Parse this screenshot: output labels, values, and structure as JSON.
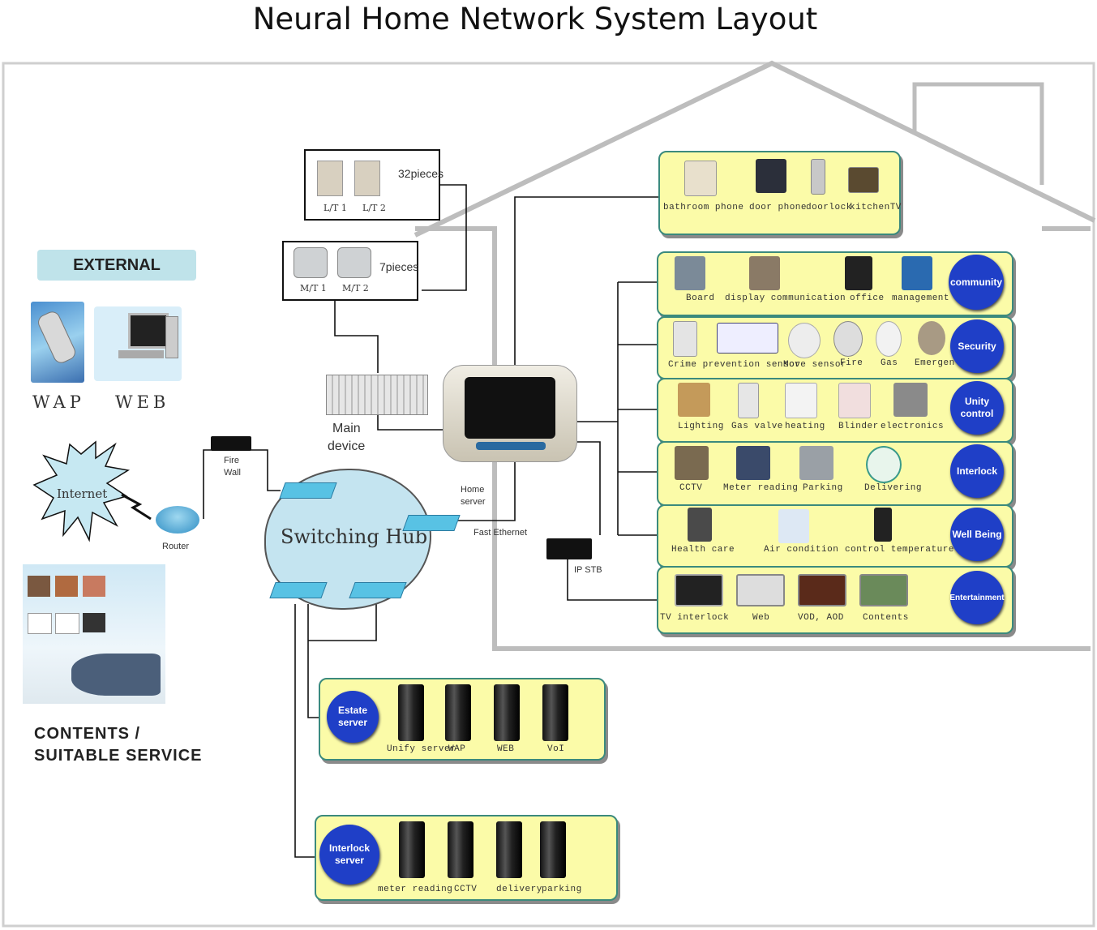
{
  "title": "Neural Home Network System Layout",
  "external": {
    "badge": "EXTERNAL",
    "wap": "WAP",
    "web": "WEB",
    "internet": "Internet",
    "router": "Router",
    "firewall": [
      "Fire",
      "Wall"
    ],
    "contents": [
      "CONTENTS /",
      "SUITABLE SERVICE"
    ]
  },
  "terminals": {
    "lt": {
      "items": [
        "L/T 1",
        "L/T 2"
      ],
      "count": "32pieces"
    },
    "mt": {
      "items": [
        "M/T 1",
        "M/T 2"
      ],
      "count": "7pieces"
    }
  },
  "core": {
    "main_device": [
      "Main",
      "device"
    ],
    "switching_hub": "Switching Hub",
    "home_server": [
      "Home",
      "server"
    ],
    "fast_ethernet": "Fast Ethernet",
    "ip_stb": "IP STB"
  },
  "home_groups": {
    "top": {
      "items": [
        "bathroom phone",
        "door phone",
        "doorlock",
        "kitchenTV"
      ]
    },
    "community": {
      "badge": "community",
      "items": [
        "Board",
        "display communication",
        "office",
        "management"
      ]
    },
    "security": {
      "badge": "Security",
      "items": [
        "Crime prevention sensor",
        "Move sensor",
        "Fire",
        "Gas",
        "Emergen"
      ]
    },
    "unity": {
      "badge": [
        "Unity",
        "control"
      ],
      "items": [
        "Lighting",
        "Gas valve",
        "heating",
        "Blinder",
        "electronics"
      ]
    },
    "interlock": {
      "badge": "Interlock",
      "items": [
        "CCTV",
        "Meter reading",
        "Parking",
        "Delivering"
      ]
    },
    "wellbeing": {
      "badge": "Well Being",
      "items": [
        "Health care",
        "Air condition",
        "control temperature"
      ]
    },
    "entertainment": {
      "badge": "Entertainment",
      "items": [
        "TV interlock",
        "Web",
        "VOD, AOD",
        "Contents"
      ]
    }
  },
  "servers": {
    "estate": {
      "badge": [
        "Estate",
        "server"
      ],
      "items": [
        "Unify server",
        "WAP",
        "WEB",
        "VoI"
      ]
    },
    "interlock": {
      "badge": [
        "Interlock",
        "server"
      ],
      "items": [
        "meter reading",
        "CCTV",
        "delivery",
        "parking"
      ]
    }
  },
  "colors": {
    "panel": "#fbfba8",
    "badge": "#1f3fc7",
    "hub": "#c4e4f0",
    "house": "#c8c8c8"
  }
}
